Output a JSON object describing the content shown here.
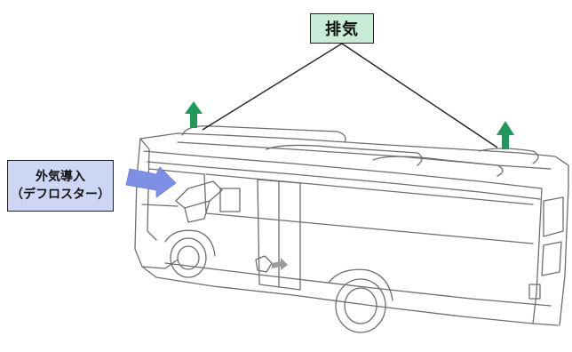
{
  "labels": {
    "exhaust": "排気",
    "intake_line1": "外気導入",
    "intake_line2": "（デフロスター）"
  },
  "icons": {
    "exhaust_arrow": "arrow-up-icon",
    "intake_arrow": "arrow-right-icon"
  },
  "colors": {
    "exhaust_label_bg": "#c9ecd9",
    "intake_label_bg": "#cdd7f4",
    "exhaust_arrow": "#1f9a5a",
    "intake_arrow": "#7e8fe6",
    "bus_line": "#6e6e6e"
  }
}
